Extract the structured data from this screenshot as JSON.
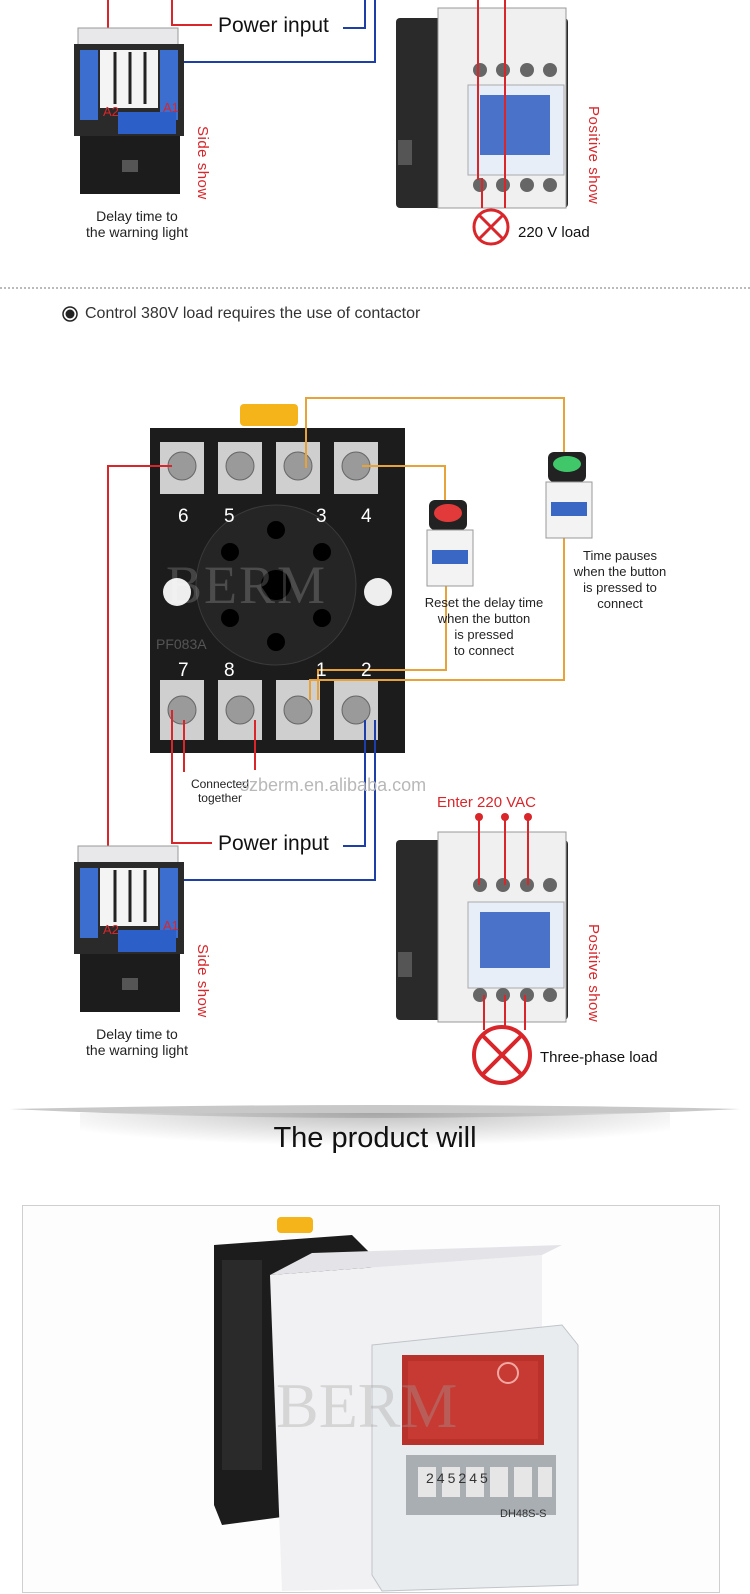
{
  "top_diagram": {
    "power_input": "Power input",
    "delay_caption": [
      "Delay time to",
      "the warning light"
    ],
    "side_show": "Side show",
    "positive_show": "Positive show",
    "load_label": "220 V load",
    "lamp_terminals": [
      "A2",
      "A1"
    ]
  },
  "section": {
    "bullet_text": "Control 380V load requires the use of contactor"
  },
  "relay_base": {
    "top_numbers": [
      "6",
      "5",
      "3",
      "4"
    ],
    "bottom_numbers": [
      "7",
      "8",
      "1",
      "2"
    ],
    "brand_watermark": "BERM",
    "model": "PF083A",
    "connected_together": [
      "Connected",
      "together"
    ],
    "website": "szberm.en.alibaba.com"
  },
  "buttons": {
    "reset_caption": [
      "Reset the delay time",
      "when the button",
      "is pressed",
      "to connect"
    ],
    "pause_caption": [
      "Time pauses",
      "when the button",
      "is pressed to",
      "connect"
    ]
  },
  "bottom_diagram": {
    "power_input": "Power input",
    "enter_vac": "Enter 220 VAC",
    "delay_caption": [
      "Delay time to",
      "the warning light"
    ],
    "side_show": "Side show",
    "positive_show": "Positive show",
    "load_label": "Three-phase load",
    "lamp_terminals": [
      "A2",
      "A1"
    ]
  },
  "product": {
    "banner_title": "The product will",
    "model_label": "DH48S-S",
    "digits": [
      "2",
      "4",
      "5",
      "2",
      "4",
      "5"
    ]
  },
  "colors": {
    "wire_red": "#d8262b",
    "wire_blue": "#1f3fa8",
    "wire_orange": "#e8a23a",
    "relay_body": "#1c1c1c",
    "contactor_blue": "#3a66c4"
  }
}
